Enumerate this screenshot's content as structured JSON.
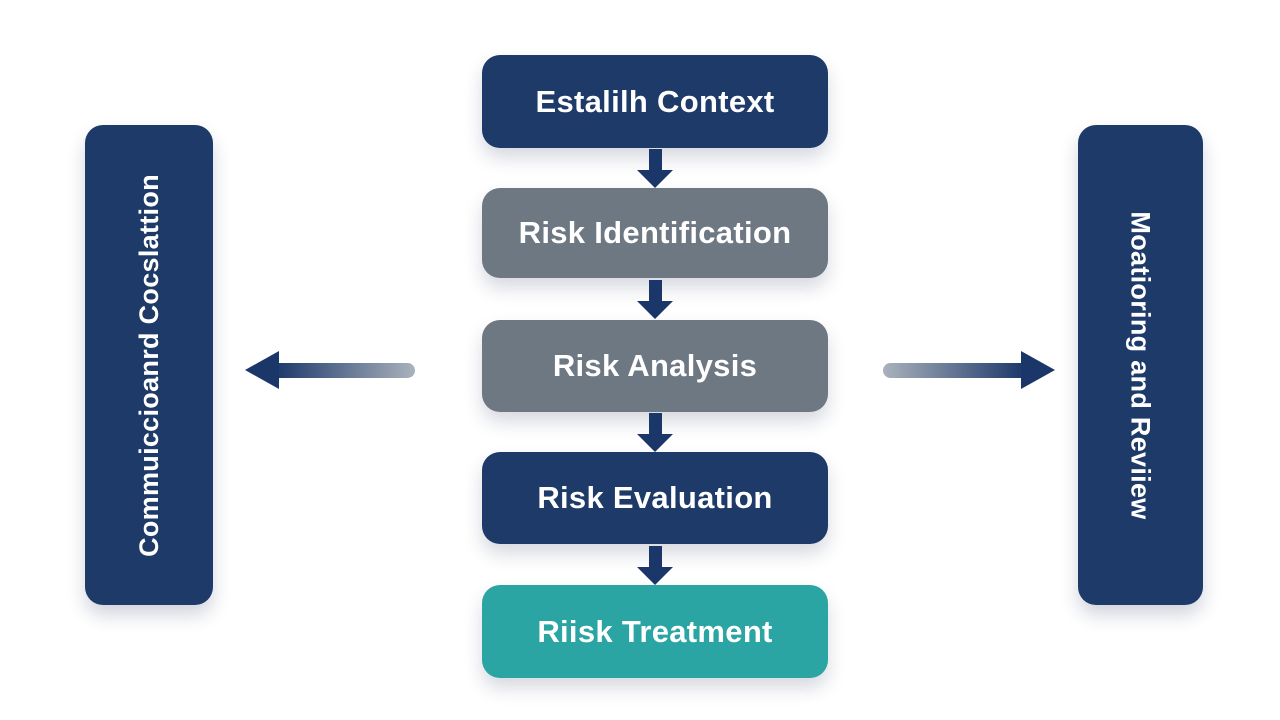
{
  "diagram": {
    "type": "flowchart",
    "steps": [
      {
        "label": "Estalilh Context",
        "variant": "navy"
      },
      {
        "label": "Risk Identification",
        "variant": "gray"
      },
      {
        "label": "Risk Analysis",
        "variant": "gray"
      },
      {
        "label": "Risk Evaluation",
        "variant": "navy"
      },
      {
        "label": "Riisk Treatment",
        "variant": "teal"
      }
    ],
    "left_panel": {
      "label": "Commuiccioanrd Cocslattion"
    },
    "right_panel": {
      "label": "Moatioring and Reviiew"
    }
  },
  "colors": {
    "navy": "#1d3a69",
    "gray": "#6e7883",
    "teal": "#2aa5a3",
    "arrow": "#1b3769",
    "arrow-fade": "#a9b2bc",
    "text": "#ffffff",
    "background": "#ffffff"
  }
}
